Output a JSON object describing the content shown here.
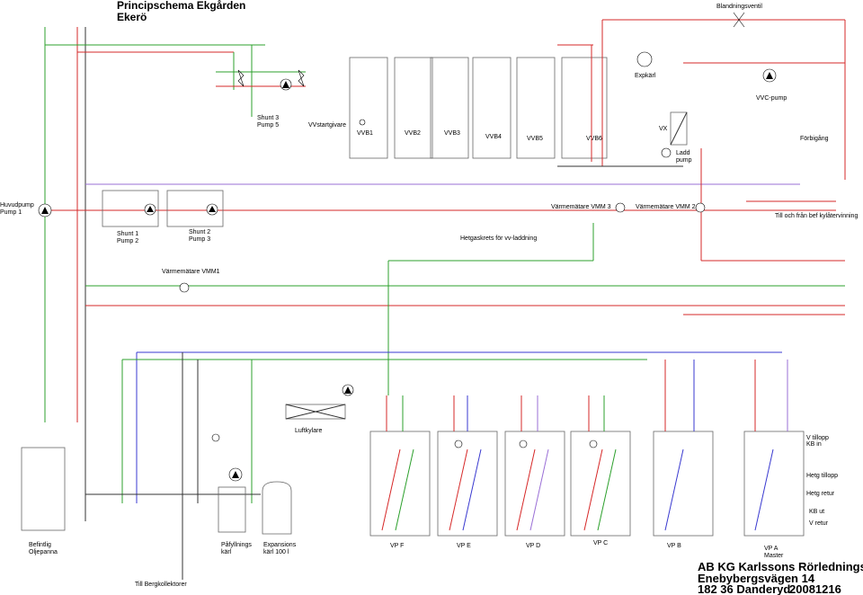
{
  "title": {
    "line1": "Principschema  Ekgården",
    "line2": "Ekerö"
  },
  "firm": {
    "line1": "AB KG Karlssons Rörledningsfirma",
    "line2": "Enebybergsvägen 14",
    "line3": "182 36 Danderyd",
    "date": "20081216"
  },
  "labels": {
    "blandningsventil": "Blandningsventil",
    "expkarl": "Expkärl",
    "vvc_pump": "VVC-pump",
    "vx": "VX",
    "ladd_pump_1": "Ladd",
    "ladd_pump_2": "pump",
    "forbigang": "Förbigång",
    "shunt3_1": "Shunt 3",
    "shunt3_2": "Pump 5",
    "vvstartgivare": "VVstartgivare",
    "vvb1": "VVB1",
    "vvb2": "VVB2",
    "vvb3": "VVB3",
    "vvb4": "VVB4",
    "vvb5": "VVB5",
    "vvb6": "VVB6",
    "huvudpump_1": "Huvudpump",
    "huvudpump_2": "Pump 1",
    "shunt1_1": "Shunt 1",
    "shunt1_2": "Pump 2",
    "shunt2_1": "Shunt 2",
    "shunt2_2": "Pump 3",
    "vmm3": "Värmemätare VMM 3",
    "vmm2": "Värmemätare VMM 2",
    "till_fran": "Till  och från bef kylåtervinning",
    "hetgaskrets": "Hetgaskrets för vv-laddning",
    "vmm1": "Värmemätare VMM1",
    "luftkylare": "Luftkylare",
    "v_tillopp_1": "V tillopp",
    "v_tillopp_2": "KB in",
    "hetg_tillopp": "Hetg tillopp",
    "hetg_retur": "Hetg retur",
    "kb_ut": "KB ut",
    "v_retur": "V retur",
    "befintlig_1": "Befintlig",
    "befintlig_2": "Oljepanna",
    "pafyllnings_1": "Påfyllnings",
    "pafyllnings_2": "kärl",
    "expansions_1": "Expansions",
    "expansions_2": "kärl 100 l",
    "till_bergkollektorer": "Till Bergkollektorer",
    "vp_f": "VP F",
    "vp_e": "VP E",
    "vp_d": "VP D",
    "vp_c": "VP C",
    "vp_b": "VP B",
    "vp_a_1": "VP A",
    "vp_a_2": "Master"
  },
  "colors": {
    "supply": "#d62828",
    "return": "#2ca02c",
    "brine": "#3a3ad0",
    "hotgas": "#9a6fd6"
  }
}
